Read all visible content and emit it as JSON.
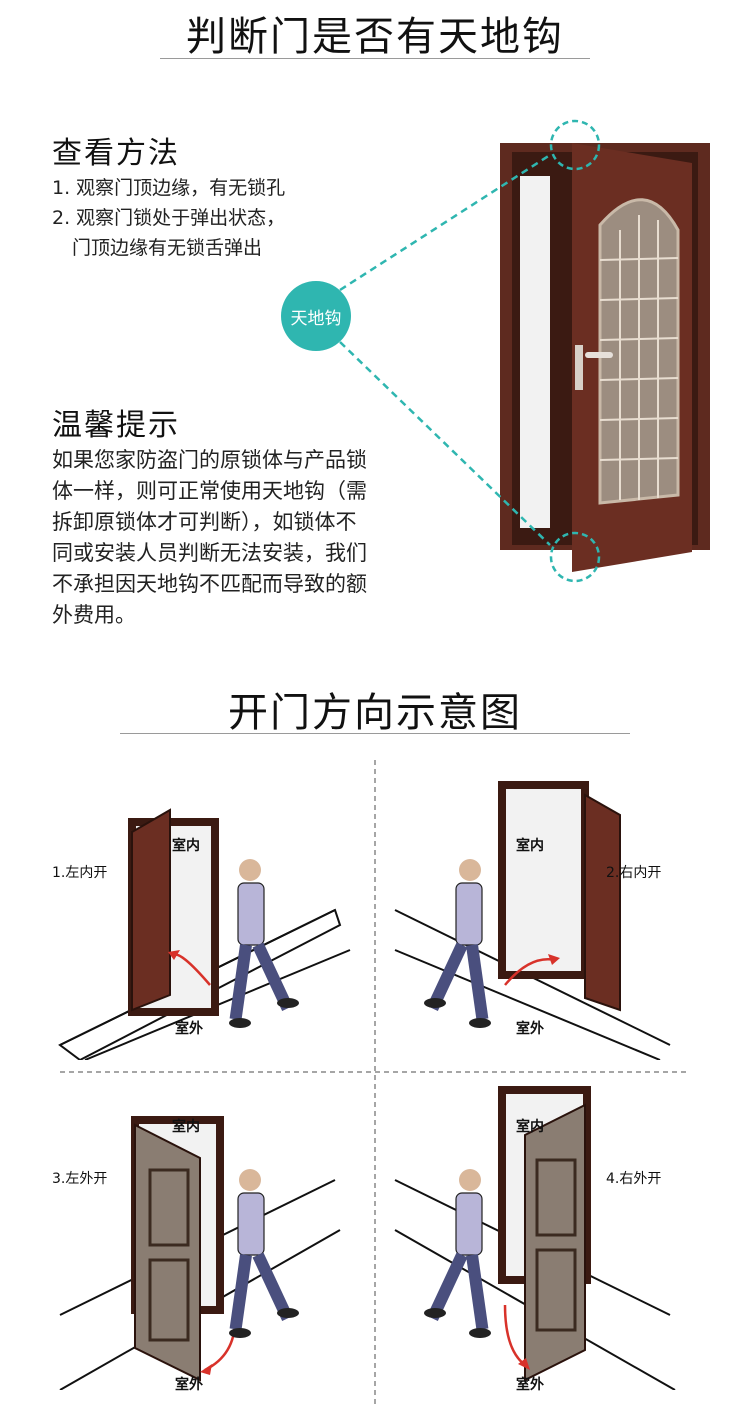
{
  "section1": {
    "title": "判断门是否有天地钩",
    "method_heading": "查看方法",
    "steps": [
      "1. 观察门顶边缘，有无锁孔",
      "2. 观察门锁处于弹出状态，",
      "    门顶边缘有无锁舌弹出"
    ],
    "badge": "天地钩",
    "tip_heading": "温馨提示",
    "tip_lines": [
      "如果您家防盗门的原锁体与产品锁",
      "体一样，则可正常使用天地钩（需",
      "拆卸原锁体才可判断），如锁体不",
      "同或安装人员判断无法安装，我们",
      "不承担因天地钩不匹配而导致的额",
      "外费用。"
    ]
  },
  "section2": {
    "title": "开门方向示意图",
    "quadrants": [
      {
        "label": "1.左内开",
        "indoor": "室内",
        "outdoor": "室外"
      },
      {
        "label": "2.右内开",
        "indoor": "室内",
        "outdoor": "室外"
      },
      {
        "label": "3.左外开",
        "indoor": "室内",
        "outdoor": "室外"
      },
      {
        "label": "4.右外开",
        "indoor": "室内",
        "outdoor": "室外"
      }
    ]
  },
  "colors": {
    "accent_teal": "#2fb6b0",
    "door_brown": "#6b2e22",
    "door_gray": "#8a7d72",
    "arrow_red": "#d8322a",
    "person_shirt": "#b8b5d8",
    "person_pants": "#4a4f7e"
  }
}
